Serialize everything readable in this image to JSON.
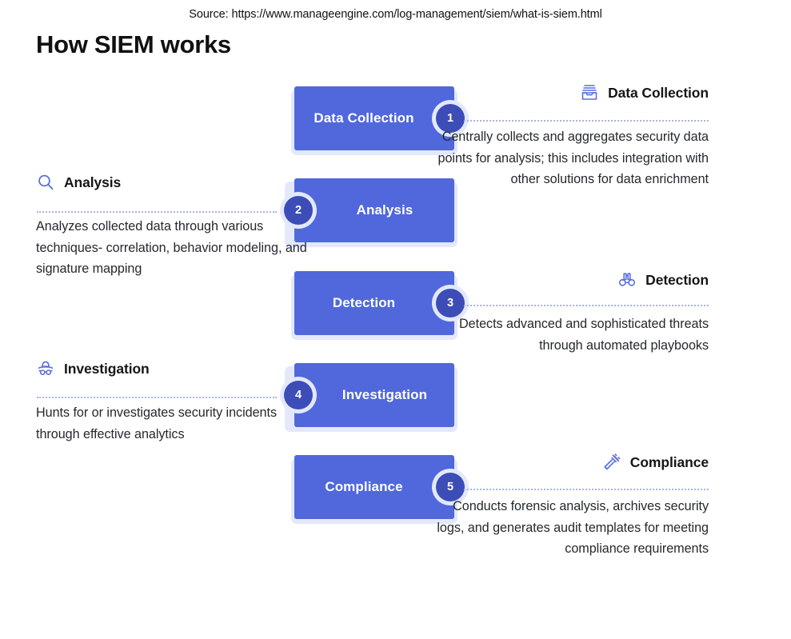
{
  "header": {
    "source": "Source: https://www.manageengine.com/log-management/siem/what-is-siem.html",
    "title": "How SIEM works"
  },
  "theme": {
    "panel_blue": "#5068dc",
    "badge_blue": "#3d4db7",
    "backdrop_lavender": "#e3e8fb",
    "icon_blue": "#5a6fe0",
    "connector_gray": "#aab4e2",
    "text_dark": "#24292e"
  },
  "diagram": {
    "type": "process-flow",
    "steps": [
      {
        "number": "1",
        "label": "Data Collection",
        "badge_side": "right",
        "side": "right",
        "icon": "inbox-tray-icon",
        "heading": "Data Collection",
        "description": "Centrally collects and aggregates security data points for analysis; this includes integration with other solutions for data enrichment"
      },
      {
        "number": "2",
        "label": "Analysis",
        "badge_side": "left",
        "side": "left",
        "icon": "magnifier-icon",
        "heading": "Analysis",
        "description": "Analyzes collected data through various techniques- correlation, behavior modeling, and signature mapping"
      },
      {
        "number": "3",
        "label": "Detection",
        "badge_side": "right",
        "side": "right",
        "icon": "binoculars-icon",
        "heading": "Detection",
        "description": "Detects advanced and sophisticated threats through automated playbooks"
      },
      {
        "number": "4",
        "label": "Investigation",
        "badge_side": "left",
        "side": "left",
        "icon": "detective-hat-icon",
        "heading": "Investigation",
        "description": "Hunts for or investigates security incidents through effective analytics"
      },
      {
        "number": "5",
        "label": "Compliance",
        "badge_side": "right",
        "side": "right",
        "icon": "gavel-icon",
        "heading": "Compliance",
        "description": "Conducts forensic analysis, archives security logs, and generates audit templates for meeting compliance requirements"
      }
    ]
  }
}
